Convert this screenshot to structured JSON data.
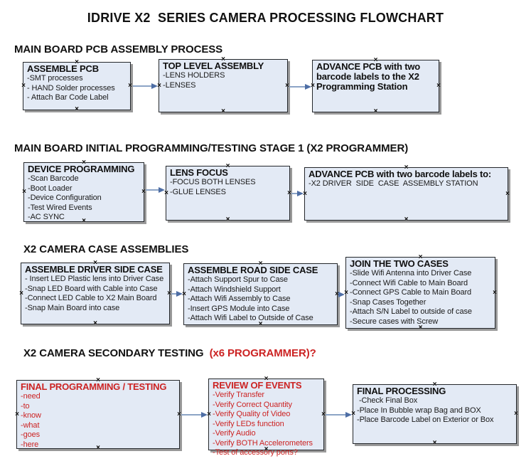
{
  "title": "IDRIVE X2  SERIES CAMERA PROCESSING FLOWCHART",
  "colors": {
    "box_fill": "#e3eaf5",
    "box_border": "#24272b",
    "box_shadow": "#999999",
    "arrow_line": "#8ca4c6",
    "arrow_head": "#4e6ea5",
    "red_text": "#cc2323",
    "ink": "#111111"
  },
  "icons": {
    "connection_handle": "×"
  },
  "sections": [
    {
      "heading": {
        "parts": [
          {
            "text": "MAIN BOARD PCB ASSEMBLY PROCESS",
            "red": false
          }
        ]
      },
      "boxes": [
        {
          "id": "assemble-pcb",
          "title": "ASSEMBLE PCB",
          "items": [
            "-SMT processes",
            "- HAND Solder processes",
            "- Attach Bar Code Label"
          ],
          "red": false
        },
        {
          "id": "top-level-assembly",
          "title": "TOP LEVEL ASSEMBLY",
          "items": [
            "-LENS HOLDERS",
            "-LENSES"
          ],
          "red": false
        },
        {
          "id": "advance-pcb-to-programming-station",
          "title": "ADVANCE PCB with two barcode labels to the  X2 Programming Station",
          "items": [],
          "red": false
        }
      ]
    },
    {
      "heading": {
        "parts": [
          {
            "text": "MAIN BOARD INITIAL PROGRAMMING/TESTING STAGE 1 (X2 PROGRAMMER)",
            "red": false
          }
        ]
      },
      "boxes": [
        {
          "id": "device-programming",
          "title": "DEVICE PROGRAMMING",
          "items": [
            "-Scan Barcode",
            "-Boot Loader",
            "-Device Configuration",
            "-Test Wired Events",
            "-AC SYNC"
          ],
          "red": false
        },
        {
          "id": "lens-focus",
          "title": "LENS FOCUS",
          "items": [
            "-FOCUS BOTH LENSES",
            "-GLUE LENSES"
          ],
          "red": false
        },
        {
          "id": "advance-pcb-to-assembly-station",
          "title": "ADVANCE PCB with two barcode labels to:",
          "items": [
            "-X2 DRIVER  SIDE  CASE  ASSEMBLY STATION"
          ],
          "red": false
        }
      ]
    },
    {
      "heading": {
        "parts": [
          {
            "text": "X2 CAMERA CASE ASSEMBLIES",
            "red": false
          }
        ]
      },
      "boxes": [
        {
          "id": "assemble-driver-side-case",
          "title": "ASSEMBLE DRIVER SIDE CASE",
          "items": [
            "- Insert LED Plastic lens into Driver Case",
            "-Snap LED Board with Cable into Case",
            "-Connect LED Cable to X2 Main Board",
            "-Snap Main Board into case"
          ],
          "red": false
        },
        {
          "id": "assemble-road-side-case",
          "title": "ASSEMBLE ROAD SIDE CASE",
          "items": [
            "-Attach Support Spur to Case",
            "-Attach Windshield Support",
            "-Attach Wifi Assembly to Case",
            "-Insert GPS Module into Case",
            "-Attach Wifi Label to Outside of Case"
          ],
          "red": false
        },
        {
          "id": "join-the-two-cases",
          "title": "JOIN THE TWO CASES",
          "items": [
            "-Slide Wifi Antenna into Driver Case",
            "-Connect Wifi Cable to Main Board",
            "-Connect GPS Cable to Main Board",
            "-Snap Cases Together",
            "-Attach S/N Label to outside of case",
            "-Secure cases with Screw"
          ],
          "red": false
        }
      ]
    },
    {
      "heading": {
        "parts": [
          {
            "text": "X2 CAMERA SECONDARY TESTING  ",
            "red": false
          },
          {
            "text": "(x6 PROGRAMMER)?",
            "red": true
          }
        ]
      },
      "boxes": [
        {
          "id": "final-programming-testing",
          "title": "FINAL PROGRAMMING / TESTING",
          "items": [
            "-need",
            "-to",
            "-know",
            "-what",
            "-goes",
            "-here"
          ],
          "red": true
        },
        {
          "id": "review-of-events",
          "title": "REVIEW OF EVENTS",
          "items": [
            "-Verify Transfer",
            "-Verify Correct Quantity",
            "-Verify Quality of Video",
            "-Verify LEDs function",
            "-Verify Audio",
            "-Verify BOTH Accelerometers",
            "-Test of accessory ports?"
          ],
          "red": true
        },
        {
          "id": "final-processing",
          "title": "FINAL PROCESSING",
          "items": [
            " -Check Final Box",
            "-Place In Bubble wrap Bag and BOX",
            "-Place Barcode Label on Exterior or Box"
          ],
          "red": false
        }
      ]
    }
  ]
}
